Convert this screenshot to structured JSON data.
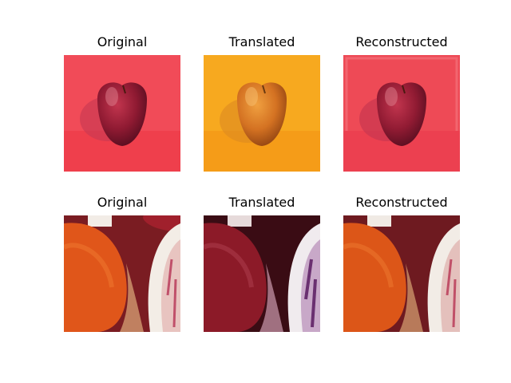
{
  "rows": [
    {
      "subject": "apple",
      "panels": [
        {
          "title": "Original",
          "palette": "red"
        },
        {
          "title": "Translated",
          "palette": "orange"
        },
        {
          "title": "Reconstructed",
          "palette": "red"
        }
      ]
    },
    {
      "subject": "citrus-slices",
      "panels": [
        {
          "title": "Original",
          "palette": "orange"
        },
        {
          "title": "Translated",
          "palette": "dark-red"
        },
        {
          "title": "Reconstructed",
          "palette": "orange"
        }
      ]
    }
  ],
  "colors": {
    "apple_bg_red": "#f0505a",
    "apple_fruit_red": "#9a1c34",
    "apple_bg_orange": "#f5a623",
    "apple_fruit_orange": "#d9701a",
    "citrus_orange": "#e0561a",
    "citrus_darkred": "#8e1b2a",
    "pith": "#f4efe9"
  }
}
